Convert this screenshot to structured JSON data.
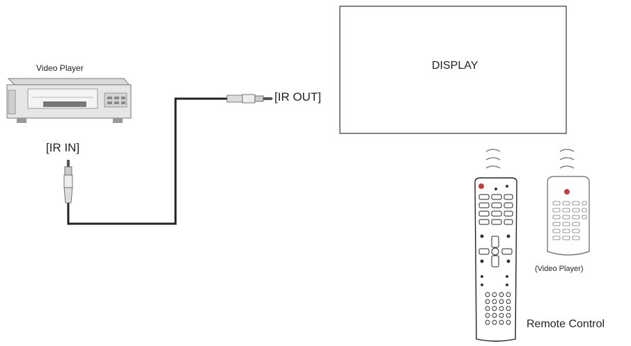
{
  "labels": {
    "video_player": "Video Player",
    "ir_in": "[IR IN]",
    "ir_out": "[IR OUT]",
    "display": "DISPLAY",
    "remote_control": "Remote Control",
    "video_player_remote": "(Video Player)"
  }
}
